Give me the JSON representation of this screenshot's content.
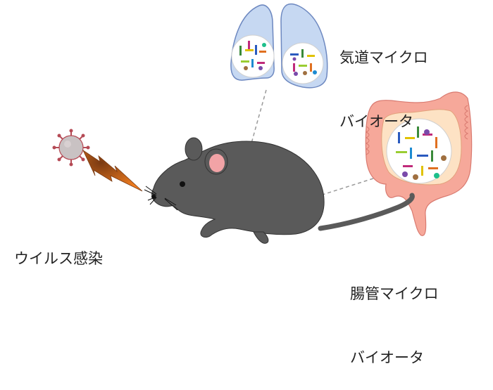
{
  "labels": {
    "airway_line1": "気道マイクロ",
    "airway_line2": "バイオータ",
    "gut_line1": "腸管マイクロ",
    "gut_line2": "バイオータ",
    "virus": "ウイルス感染"
  },
  "colors": {
    "mouse_body": "#5a5a5a",
    "mouse_ear": "#f2a3a6",
    "lung_fill": "#c6d8f2",
    "lung_stroke": "#6d88c0",
    "intestine_fill": "#f6a89a",
    "intestine_inner": "#fde2c4",
    "virus_color": "#b54a55",
    "lightning": "#e06d1a",
    "dashed_line": "#9a9a9a"
  },
  "icons": [
    "virus-icon",
    "lightning-icon",
    "lungs-icon",
    "intestine-icon",
    "mouse-icon"
  ]
}
